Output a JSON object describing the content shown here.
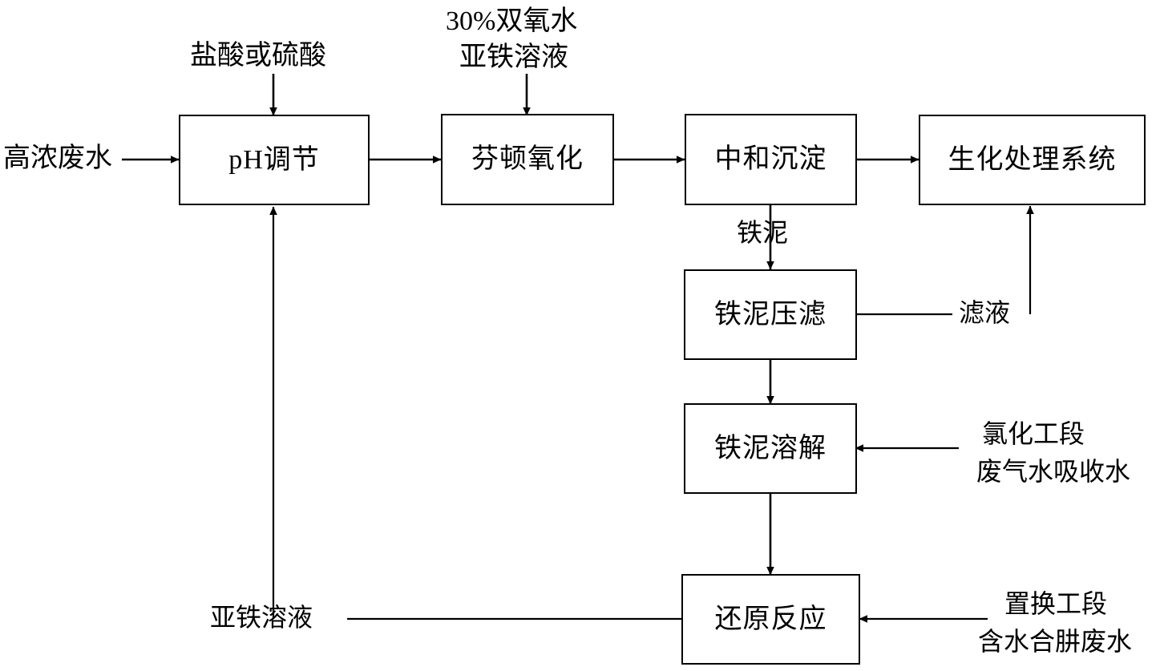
{
  "diagram": {
    "title": "Fenton oxidation wastewater treatment process flow",
    "nodes": [
      {
        "id": "ph",
        "label": "pH调节"
      },
      {
        "id": "fenton",
        "label": "芬顿氧化"
      },
      {
        "id": "neutralize",
        "label": "中和沉淀"
      },
      {
        "id": "bio",
        "label": "生化处理系统"
      },
      {
        "id": "filterpress",
        "label": "铁泥压滤"
      },
      {
        "id": "dissolve",
        "label": "铁泥溶解"
      },
      {
        "id": "reduction",
        "label": "还原反应"
      }
    ],
    "edge_labels": [
      {
        "id": "influent",
        "text": "高浓废水"
      },
      {
        "id": "acid",
        "text": "盐酸或硫酸"
      },
      {
        "id": "peroxide_line1",
        "text": "30%双氧水"
      },
      {
        "id": "peroxide_line2",
        "text": "亚铁溶液"
      },
      {
        "id": "ironsludge",
        "text": "铁泥"
      },
      {
        "id": "filtrate",
        "text": "滤液"
      },
      {
        "id": "chlorination_line1",
        "text": "氯化工段"
      },
      {
        "id": "chlorination_line2",
        "text": "废气水吸收水"
      },
      {
        "id": "replacement_line1",
        "text": "置换工段"
      },
      {
        "id": "replacement_line2",
        "text": "含水合肼废水"
      },
      {
        "id": "ferrous_return",
        "text": "亚铁溶液"
      }
    ],
    "style": {
      "stroke": "#000000",
      "fill": "#ffffff",
      "background": "#ffffff"
    }
  }
}
